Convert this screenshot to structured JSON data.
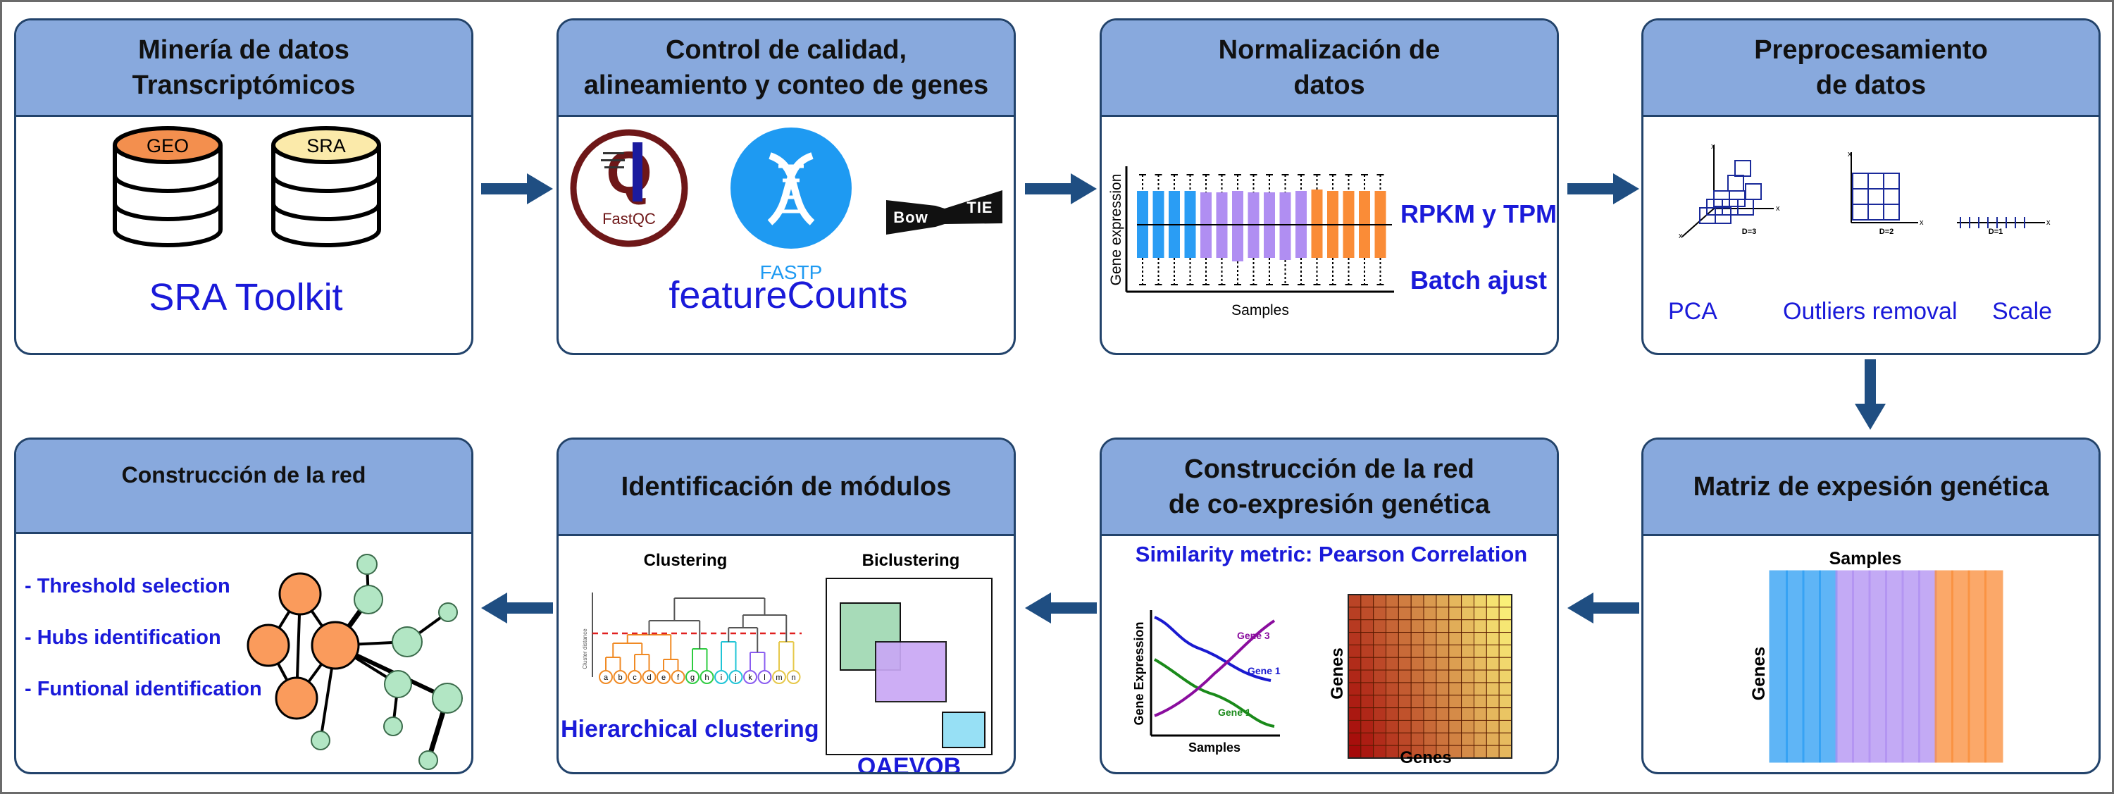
{
  "colors": {
    "header_bg": "#88a9dd",
    "border": "#22436b",
    "arrow": "#1f4e82",
    "accent_text": "#1a1ad9",
    "blue": "#2a9df4",
    "purple": "#b08ef2",
    "orange": "#fa8c37",
    "green": "#a7dbb8",
    "fastqc": "#6e1718"
  },
  "panels": {
    "p1": {
      "title_1": "Minería de datos",
      "title_2": "Transcriptómicos",
      "db_1": "GEO",
      "db_2": "SRA",
      "tool": "SRA Toolkit",
      "icons": [
        "database-icon",
        "database-icon"
      ]
    },
    "p2": {
      "title_1": "Control de calidad,",
      "title_2": "alineamiento y conteo de genes",
      "logo_fastqc_letter": "Q",
      "logo_fastqc": "FastQC",
      "logo_fastp": "FASTP",
      "logo_bow": "Bow",
      "logo_tie": "TIE",
      "tool": "featureCounts"
    },
    "p3": {
      "title_1": "Normalización de",
      "title_2": "datos",
      "ylabel": "Gene expression",
      "xlabel": "Samples",
      "label_1": "RPKM y TPM",
      "label_2": "Batch ajust"
    },
    "p4": {
      "title_1": "Preprocesamiento",
      "title_2": "de datos",
      "d3": "D=3",
      "d2": "D=2",
      "d1": "D=1",
      "x1": "x",
      "x2": "x",
      "x3": "x",
      "pca": "PCA",
      "outliers": "Outliers removal",
      "scale": "Scale"
    },
    "p5": {
      "title": "Construcción de la red",
      "items": [
        "- Threshold selection",
        "- Hubs identification",
        "- Funtional identification"
      ]
    },
    "p6": {
      "title": "Identificación de módulos",
      "clustering": "Clustering",
      "biclustering": "Biclustering",
      "cluster_distance": "Cluster distance",
      "leaves": [
        "a",
        "b",
        "c",
        "d",
        "e",
        "f",
        "g",
        "h",
        "i",
        "j",
        "k",
        "l",
        "m",
        "n"
      ],
      "method_1": "Hierarchical clustering",
      "method_2": "OAEVOB"
    },
    "p7": {
      "title_1": "Construcción de la red",
      "title_2": "de co-expresión genética",
      "metric": "Similarity metric: Pearson Correlation",
      "ylabel": "Gene Expression",
      "xlabel": "Samples",
      "gene_a": "Gene 3",
      "gene_b": "Gene 1",
      "gene_c": "Gene 1",
      "heat_ylabel": "Genes",
      "heat_xlabel": "Genes"
    },
    "p8": {
      "title": "Matriz de expesión genética",
      "samples": "Samples",
      "genes": "Genes"
    }
  }
}
